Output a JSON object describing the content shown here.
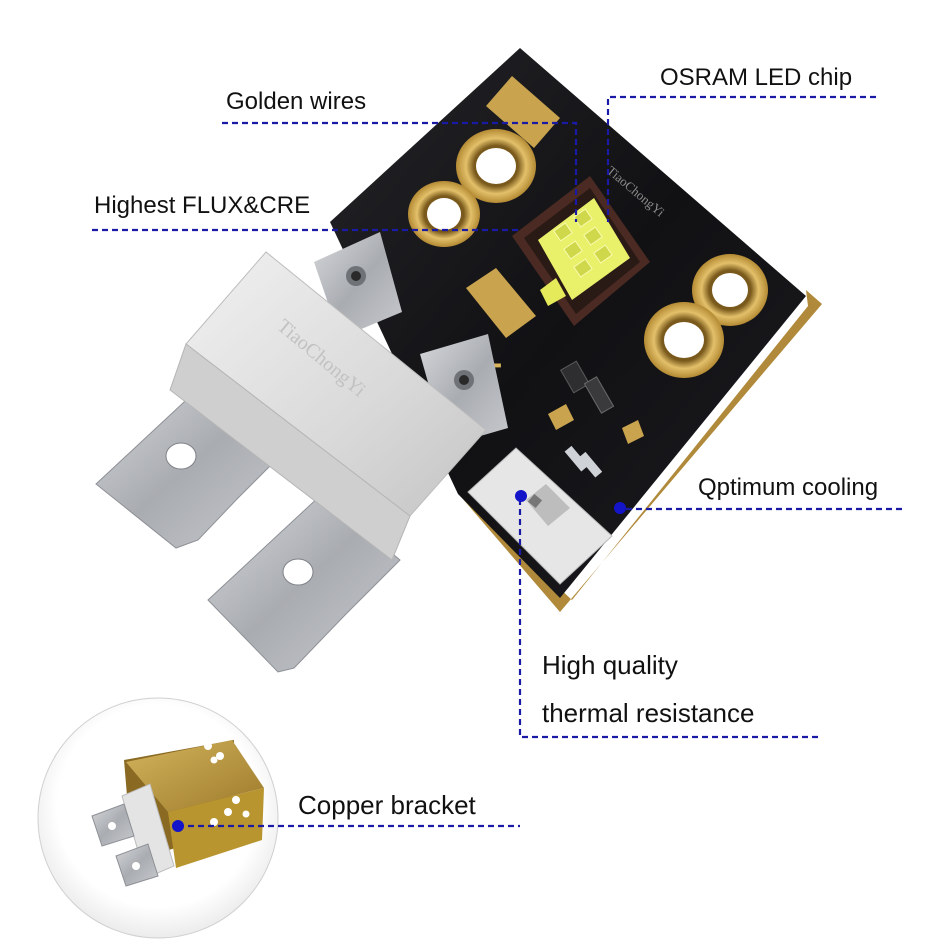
{
  "colors": {
    "leader_line": "#1a1aa6",
    "leader_dot": "#1414c8",
    "pcb": "#121214",
    "gold_pad": "#c9a34e",
    "led_yellow": "#e9f06a",
    "terminal_metal": "#b9bcc0",
    "housing": "#dcdcdc",
    "copper": "#c2a04a"
  },
  "callouts": {
    "osram_chip": "OSRAM LED chip",
    "golden_wires": "Golden wires",
    "highest_flux": "Highest FLUX&CRE",
    "optimum_cooling": "Qptimum cooling",
    "thermal_line1": "High quality",
    "thermal_line2": "thermal resistance",
    "copper_bracket": "Copper bracket"
  },
  "watermark": {
    "pcb_text": "TiaoChongYi",
    "housing_text": "TiaoChongYi"
  },
  "polarity": {
    "minus": "−",
    "plus": "+"
  }
}
